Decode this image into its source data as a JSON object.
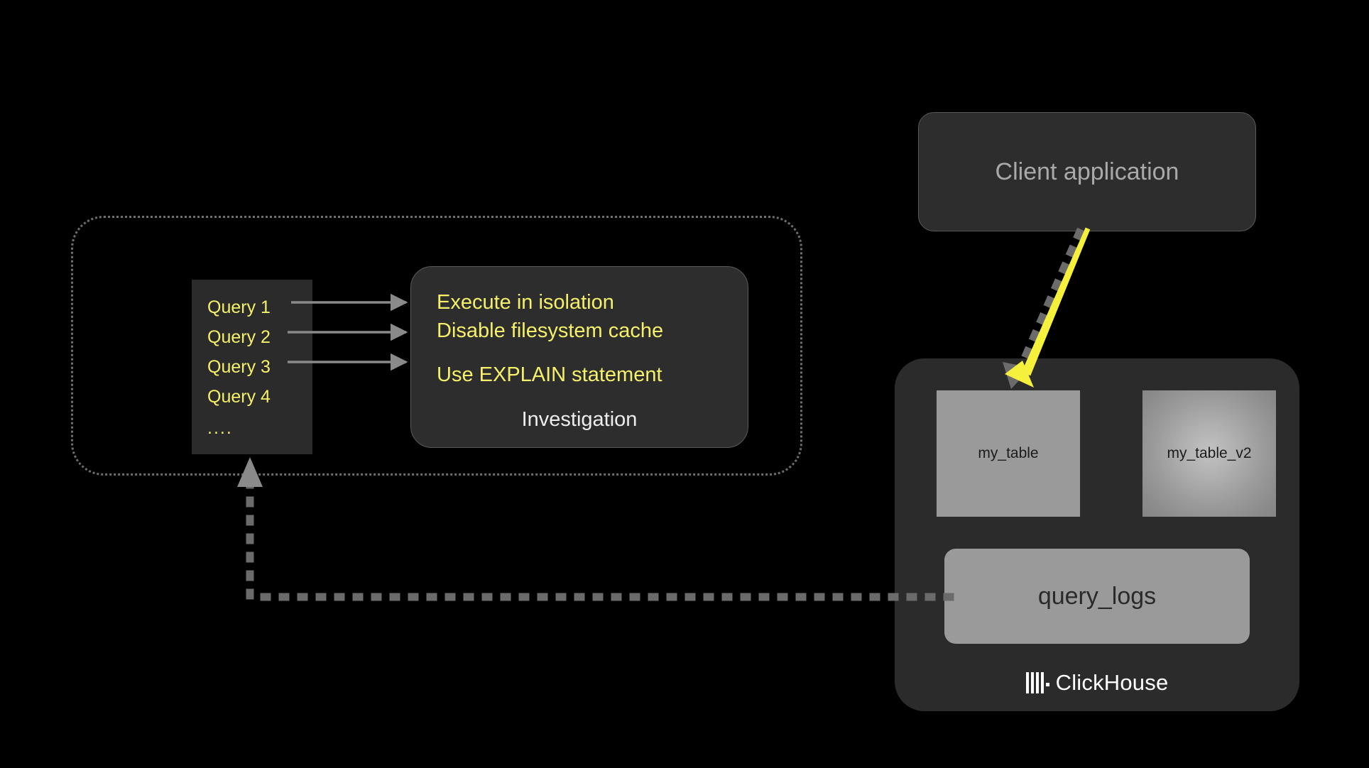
{
  "diagram": {
    "title": "ClickHouse query investigation workflow",
    "background_color": "#000000",
    "accent_yellow": "#f5f06a",
    "arrow_gray": "#8a8a8a",
    "panel_gray": "#2d2d2d",
    "table_gray": "#9a9a9a"
  },
  "workflow_group": {
    "border_style": "dotted",
    "border_color": "#6e6e6e"
  },
  "query_panel": {
    "items": [
      {
        "label": "Query 1"
      },
      {
        "label": "Query 2"
      },
      {
        "label": "Query 3"
      },
      {
        "label": "Query 4"
      }
    ],
    "ellipsis": "...."
  },
  "investigation": {
    "caption": "Investigation",
    "tips": [
      {
        "text": "Execute in isolation"
      },
      {
        "text": "Disable filesystem cache"
      },
      {
        "text": "Use EXPLAIN statement"
      }
    ]
  },
  "client": {
    "label": "Client application"
  },
  "clickhouse": {
    "logo_text": "ClickHouse",
    "logo_icon": "clickhouse-logo-icon",
    "tables": [
      {
        "name": "my_table",
        "style": "flat"
      },
      {
        "name": "my_table_v2",
        "style": "highlighted"
      }
    ],
    "system_table": {
      "name": "query_logs"
    }
  },
  "edges": [
    {
      "name": "query1-to-investigation",
      "style": "solid",
      "color": "#8a8a8a"
    },
    {
      "name": "query2-to-investigation",
      "style": "solid",
      "color": "#8a8a8a"
    },
    {
      "name": "query3-to-investigation",
      "style": "solid",
      "color": "#8a8a8a"
    },
    {
      "name": "client-to-my-table",
      "style": "dotted",
      "color": "#6b6b6b"
    },
    {
      "name": "client-to-my-table-v2",
      "style": "solid",
      "color": "#f5f03c"
    },
    {
      "name": "query-logs-to-query-panel",
      "style": "dotted",
      "color": "#6b6b6b"
    }
  ]
}
